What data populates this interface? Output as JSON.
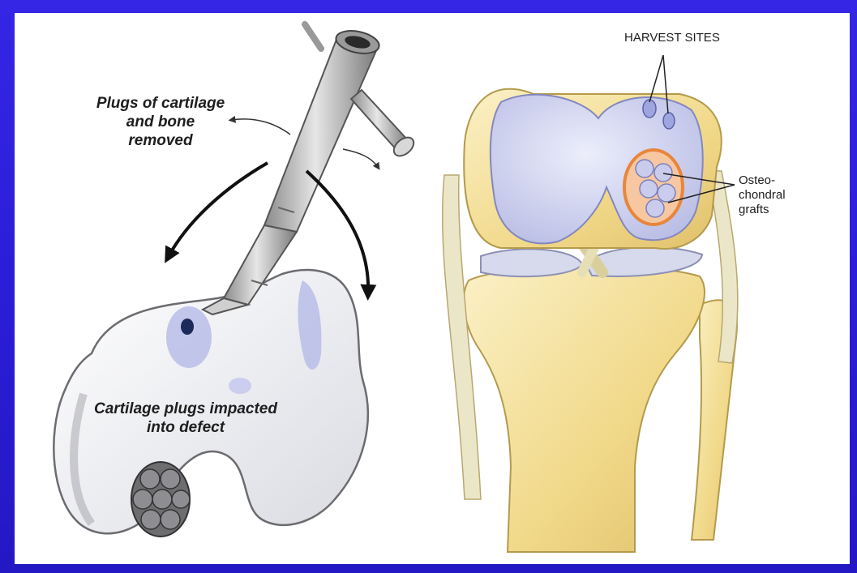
{
  "labels": {
    "plugs_removed": "Plugs of cartilage\nand bone\nremoved",
    "plugs_impacted": "Cartilage plugs impacted\ninto defect",
    "harvest_sites": "HARVEST SITES",
    "grafts": "Osteo-\nchondral\ngrafts"
  },
  "colors": {
    "background": "#2a1fd8",
    "panel": "#ffffff",
    "bone_tan": "#f3dc8e",
    "cartilage_blue": "#c9ccec",
    "instrument_grey": "#bdbdbd",
    "graft_rim": "#e8863c"
  }
}
